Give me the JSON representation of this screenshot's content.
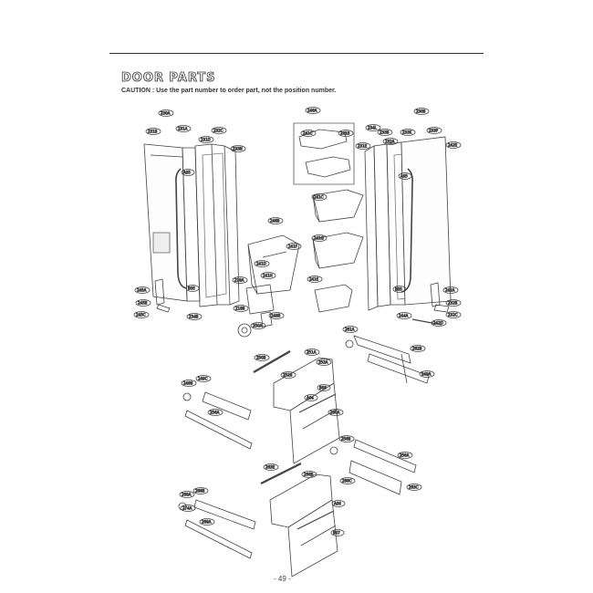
{
  "header": {
    "title": "DOOR PARTS",
    "caution": "CAUTION : Use the part number to order part, not the position number."
  },
  "footer": {
    "page_number": "- 49 -"
  },
  "callouts": {
    "c_230a": "230A",
    "c_231b": "231B",
    "c_231a": "231A",
    "c_232c_l": "232C",
    "c_231d": "231D",
    "c_233n": "233N",
    "c_a05_l": "A05",
    "c_246a": "246A",
    "c_241c": "241C",
    "c_241b": "241B",
    "c_241c2": "241C",
    "c_241g": "241G",
    "c_241e": "241E",
    "c_246b": "246B",
    "c_241f": "241F",
    "c_241d": "241D",
    "c_241h": "241H",
    "c_230b": "230B",
    "c_234l": "234L",
    "c_231e": "231E",
    "c_233b": "233B",
    "c_232a": "232A",
    "c_233k": "233K",
    "c_a05_r": "A05",
    "c_233p": "233P",
    "c_242e": "242E",
    "c_242a": "242A",
    "c_232b": "232B",
    "c_242d": "242D",
    "c_232c_r": "232C",
    "c_245a": "245A",
    "c_245b": "245B",
    "c_245c": "245C",
    "c_234b": "234B",
    "c_218a": "218A",
    "c_218b": "218B",
    "c_b05_l": "B05",
    "c_b05_r": "B05",
    "c_244a": "244A",
    "c_248b": "248B",
    "c_250a": "250A",
    "c_250b": "250B",
    "c_251a": "251A",
    "c_251b": "251B",
    "c_253a": "253A",
    "c_a04": "A04",
    "c_b06": "B06",
    "c_260a": "260A",
    "c_261a": "261A",
    "c_262b": "262B",
    "c_249a": "249A",
    "c_249b": "249B",
    "c_249c": "249C",
    "c_256a": "256A",
    "c_256b": "256B",
    "c_258a": "258A",
    "c_263c": "263C",
    "c_263e": "263E",
    "c_266b": "266B",
    "c_266c": "266C",
    "c_268a": "268A",
    "c_268b": "268B",
    "c_269a": "269A",
    "c_269b": "269B",
    "c_270a": "270A",
    "c_270b": "270B",
    "c_271a": "271A",
    "c_272b": "272B",
    "c_273a": "273A",
    "c_a06": "A06",
    "c_b07": "B07",
    "c_274a": "274A",
    "c_275c": "275C",
    "c_276b": "276B",
    "c_249d": "249D"
  }
}
